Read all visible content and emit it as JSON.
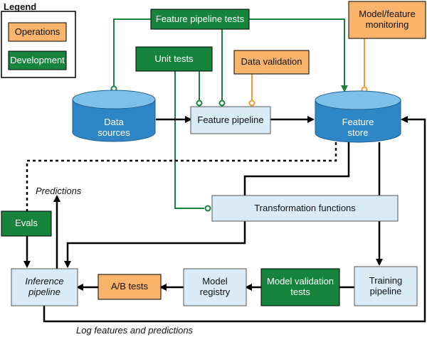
{
  "legend": {
    "title": "Legend",
    "operations": "Operations",
    "development": "Development"
  },
  "colors": {
    "operations": "#f9b36b",
    "development": "#17843d",
    "component": "#d9ebf7",
    "storage": "#2f86c6",
    "storage_top": "#7fc0ea",
    "edge": "#000000",
    "development_line": "#17843d",
    "operations_line": "#f39a2d"
  },
  "nodes": {
    "feature_pipeline_tests": "Feature pipeline tests",
    "model_feature_monitoring": "Model/feature monitoring",
    "unit_tests": "Unit tests",
    "data_validation": "Data validation",
    "data_sources": "Data sources",
    "feature_pipeline": "Feature pipeline",
    "feature_store": "Feature store",
    "transformation_functions": "Transformation functions",
    "evals": "Evals",
    "inference_pipeline": "Inference pipeline",
    "ab_tests": "A/B tests",
    "model_registry": "Model registry",
    "model_validation_tests": "Model validation tests",
    "training_pipeline": "Training pipeline"
  },
  "edge_labels": {
    "predictions": "Predictions",
    "log": "Log features and predictions"
  }
}
